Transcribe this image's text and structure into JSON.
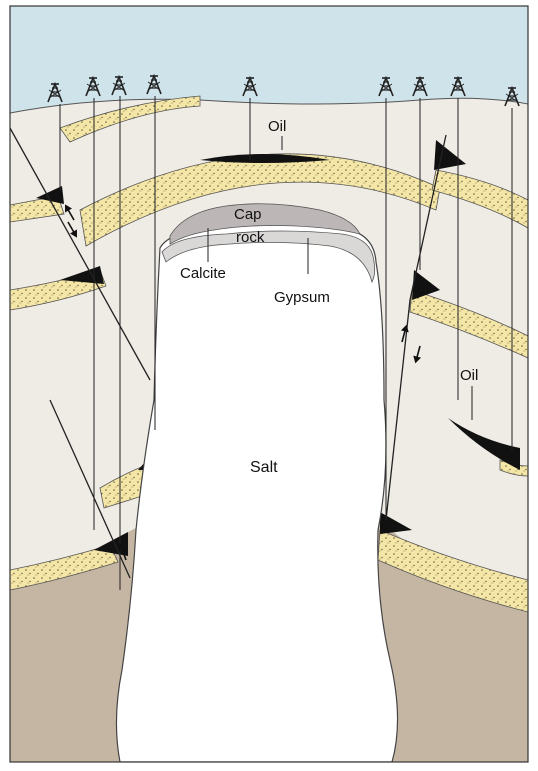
{
  "labels": {
    "oil_top": "Oil",
    "cap": "Cap",
    "rock": "rock",
    "calcite": "Calcite",
    "gypsum": "Gypsum",
    "oil_right": "Oil",
    "salt": "Salt"
  },
  "colors": {
    "sky": "#cfe3ea",
    "sediment": "#efebe5",
    "basement": "#c5b6a4",
    "sandstone": "#f4e6a6",
    "sand_dots": "#6b5e3a",
    "oil": "#111111",
    "salt": "#ffffff",
    "cap_rock": "#bdb6b6",
    "gypsum_layer": "#dad7d7",
    "line": "#222222"
  },
  "icons": {
    "derrick": "oil-derrick-icon",
    "arrow": "fault-motion-arrow-icon"
  }
}
